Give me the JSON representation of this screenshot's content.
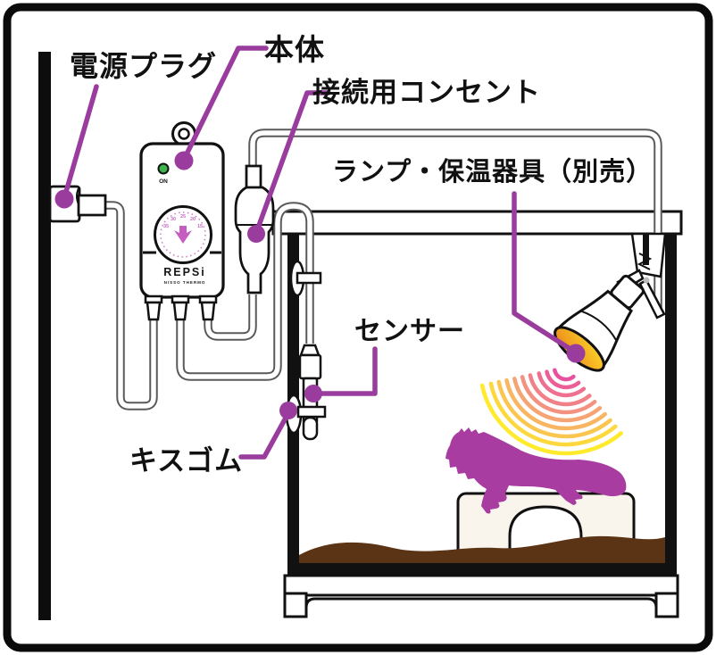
{
  "callouts": {
    "power_plug": "電源プラグ",
    "main_unit": "本体",
    "outlet": "接続用コンセント",
    "lamp": "ランプ・保温器具（別売）",
    "sensor": "センサー",
    "suction_cup": "キスゴム"
  },
  "thermostat": {
    "brand": "REPSi",
    "brand_sub": "NISSO THERMO",
    "led_label": "ON",
    "dial_numbers": [
      "35",
      "30",
      "25",
      "20",
      "15"
    ]
  },
  "colors": {
    "accent": "#9A3C9E",
    "lizard": "#A83CA0",
    "led_green": "#3BB44A",
    "substrate": "#5B3315",
    "dial_accent": "#C55EC0",
    "dial_numbers": "#C66CC6",
    "lamp_glow_start": "#E8821A",
    "lamp_glow_end": "#FFD829",
    "heat_arc_colors": [
      "#E8519E",
      "#EB5F97",
      "#EE6F90",
      "#F08189",
      "#F39280",
      "#F5A473",
      "#F8B562",
      "#FAC64F",
      "#FDD83C",
      "#FFEA2B"
    ]
  }
}
